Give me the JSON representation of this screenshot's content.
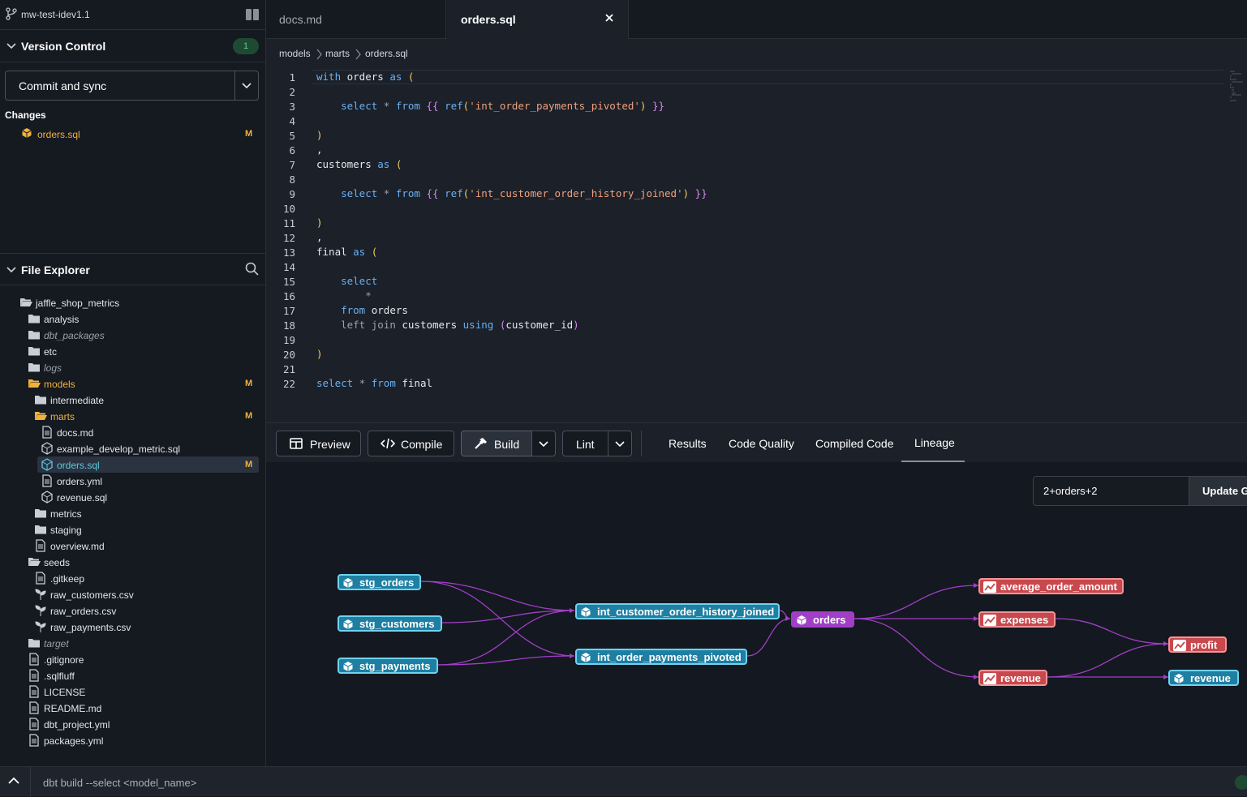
{
  "sidebar": {
    "branch": "mw-test-idev1.1",
    "version_control": {
      "title": "Version Control",
      "badge": "1",
      "commit_label": "Commit and sync",
      "changes_label": "Changes",
      "changes": [
        {
          "name": "orders.sql",
          "status": "M"
        }
      ]
    },
    "file_explorer": {
      "title": "File Explorer",
      "items": [
        {
          "name": "jaffle_shop_metrics",
          "type": "folder-open"
        },
        {
          "name": "analysis",
          "type": "folder"
        },
        {
          "name": "dbt_packages",
          "type": "folder",
          "dim": true
        },
        {
          "name": "etc",
          "type": "folder"
        },
        {
          "name": "logs",
          "type": "folder",
          "dim": true
        },
        {
          "name": "models",
          "type": "folder-open",
          "status": "M"
        },
        {
          "name": "intermediate",
          "type": "folder"
        },
        {
          "name": "marts",
          "type": "folder-open",
          "status": "M"
        },
        {
          "name": "docs.md",
          "type": "file"
        },
        {
          "name": "example_develop_metric.sql",
          "type": "model"
        },
        {
          "name": "orders.sql",
          "type": "model",
          "status": "M",
          "selected": true
        },
        {
          "name": "orders.yml",
          "type": "file"
        },
        {
          "name": "revenue.sql",
          "type": "model"
        },
        {
          "name": "metrics",
          "type": "folder"
        },
        {
          "name": "staging",
          "type": "folder"
        },
        {
          "name": "overview.md",
          "type": "file"
        },
        {
          "name": "seeds",
          "type": "folder-open"
        },
        {
          "name": ".gitkeep",
          "type": "file"
        },
        {
          "name": "raw_customers.csv",
          "type": "seed"
        },
        {
          "name": "raw_orders.csv",
          "type": "seed"
        },
        {
          "name": "raw_payments.csv",
          "type": "seed"
        },
        {
          "name": "target",
          "type": "folder",
          "dim": true
        },
        {
          "name": ".gitignore",
          "type": "file"
        },
        {
          "name": ".sqlfluff",
          "type": "file"
        },
        {
          "name": "LICENSE",
          "type": "file"
        },
        {
          "name": "README.md",
          "type": "file"
        },
        {
          "name": "dbt_project.yml",
          "type": "file"
        },
        {
          "name": "packages.yml",
          "type": "file"
        }
      ]
    }
  },
  "tabs": [
    {
      "label": "docs.md"
    },
    {
      "label": "orders.sql",
      "active": true
    }
  ],
  "breadcrumb": [
    "models",
    "marts",
    "orders.sql"
  ],
  "editor": {
    "line_numbers": [
      "1",
      "2",
      "3",
      "4",
      "5",
      "6",
      "7",
      "8",
      "9",
      "10",
      "11",
      "12",
      "13",
      "14",
      "15",
      "16",
      "17",
      "18",
      "19",
      "20",
      "21",
      "22"
    ]
  },
  "toolbar": {
    "preview": "Preview",
    "compile": "Compile",
    "build": "Build",
    "lint": "Lint",
    "result_tabs": [
      "Results",
      "Code Quality",
      "Compiled Code",
      "Lineage"
    ],
    "active_tab": "Lineage"
  },
  "lineage": {
    "selector_value": "2+orders+2",
    "update_label": "Update G",
    "nodes": {
      "stg_orders": "stg_orders",
      "stg_customers": "stg_customers",
      "stg_payments": "stg_payments",
      "int_customer_order_history_joined": "int_customer_order_history_joined",
      "int_order_payments_pivoted": "int_order_payments_pivoted",
      "orders": "orders",
      "average_order_amount": "average_order_amount",
      "expenses": "expenses",
      "revenue_metric": "revenue",
      "profit": "profit",
      "revenue_model": "revenue"
    }
  },
  "command_bar": {
    "placeholder": "dbt build --select <model_name>"
  },
  "colors": {
    "model": "#1e7fa2",
    "metric": "#c8484d",
    "focus": "#a03fc6",
    "edge": "#a03fc6",
    "modified": "#f0b23c"
  }
}
